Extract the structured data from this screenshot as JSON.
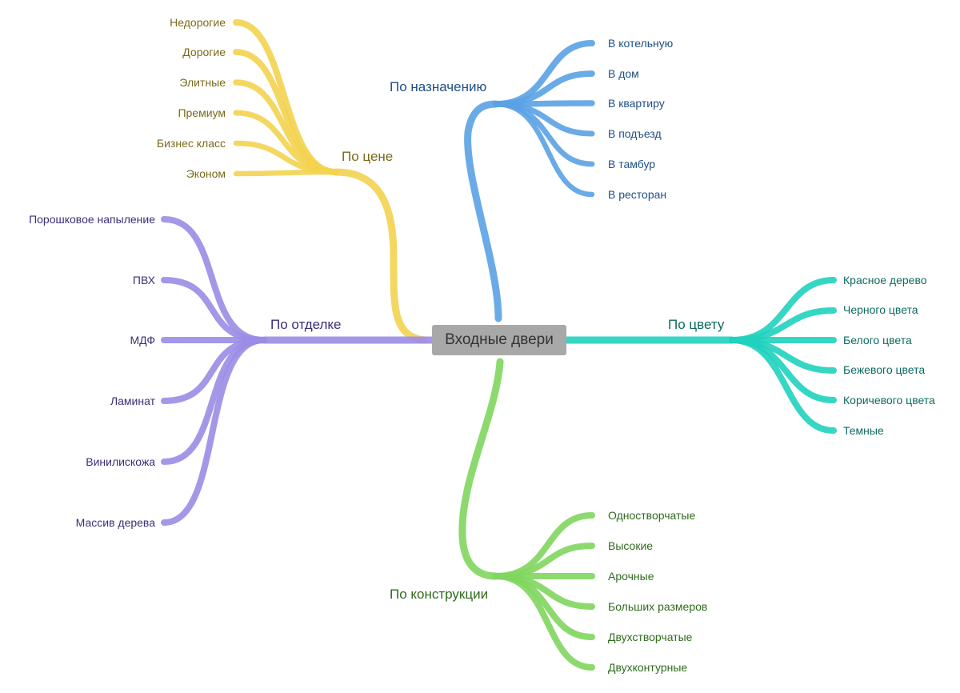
{
  "center": {
    "label": "Входные двери"
  },
  "branches": [
    {
      "id": "purpose",
      "label": "По назначению",
      "color": "#5aa2e4",
      "text_color": "#1f4f86",
      "items": [
        "В котельную",
        "В дом",
        "В квартиру",
        "В подъезд",
        "В тамбур",
        "В ресторан"
      ]
    },
    {
      "id": "price",
      "label": "По цене",
      "color": "#f3d34f",
      "text_color": "#7a6a1a",
      "items": [
        "Недорогие",
        "Дорогие",
        "Элитные",
        "Премиум",
        "Бизнес класс",
        "Эконом"
      ]
    },
    {
      "id": "finish",
      "label": "По отделке",
      "color": "#9b8ce6",
      "text_color": "#3b2f78",
      "items": [
        "Порошковое напыление",
        "ПВХ",
        "МДФ",
        "Ламинат",
        "Винилискожа",
        "Массив дерева"
      ]
    },
    {
      "id": "color",
      "label": "По цвету",
      "color": "#1fd1be",
      "text_color": "#0c6b60",
      "items": [
        "Красное дерево",
        "Черного цвета",
        "Белого цвета",
        "Бежевого цвета",
        "Коричевого цвета",
        "Темные"
      ]
    },
    {
      "id": "construction",
      "label": "По конструкции",
      "color": "#7fd65e",
      "text_color": "#2f6b1e",
      "items": [
        "Одностворчатые",
        "Высокие",
        "Арочные",
        "Больших размеров",
        "Двухстворчатые",
        "Двухконтурные"
      ]
    }
  ]
}
